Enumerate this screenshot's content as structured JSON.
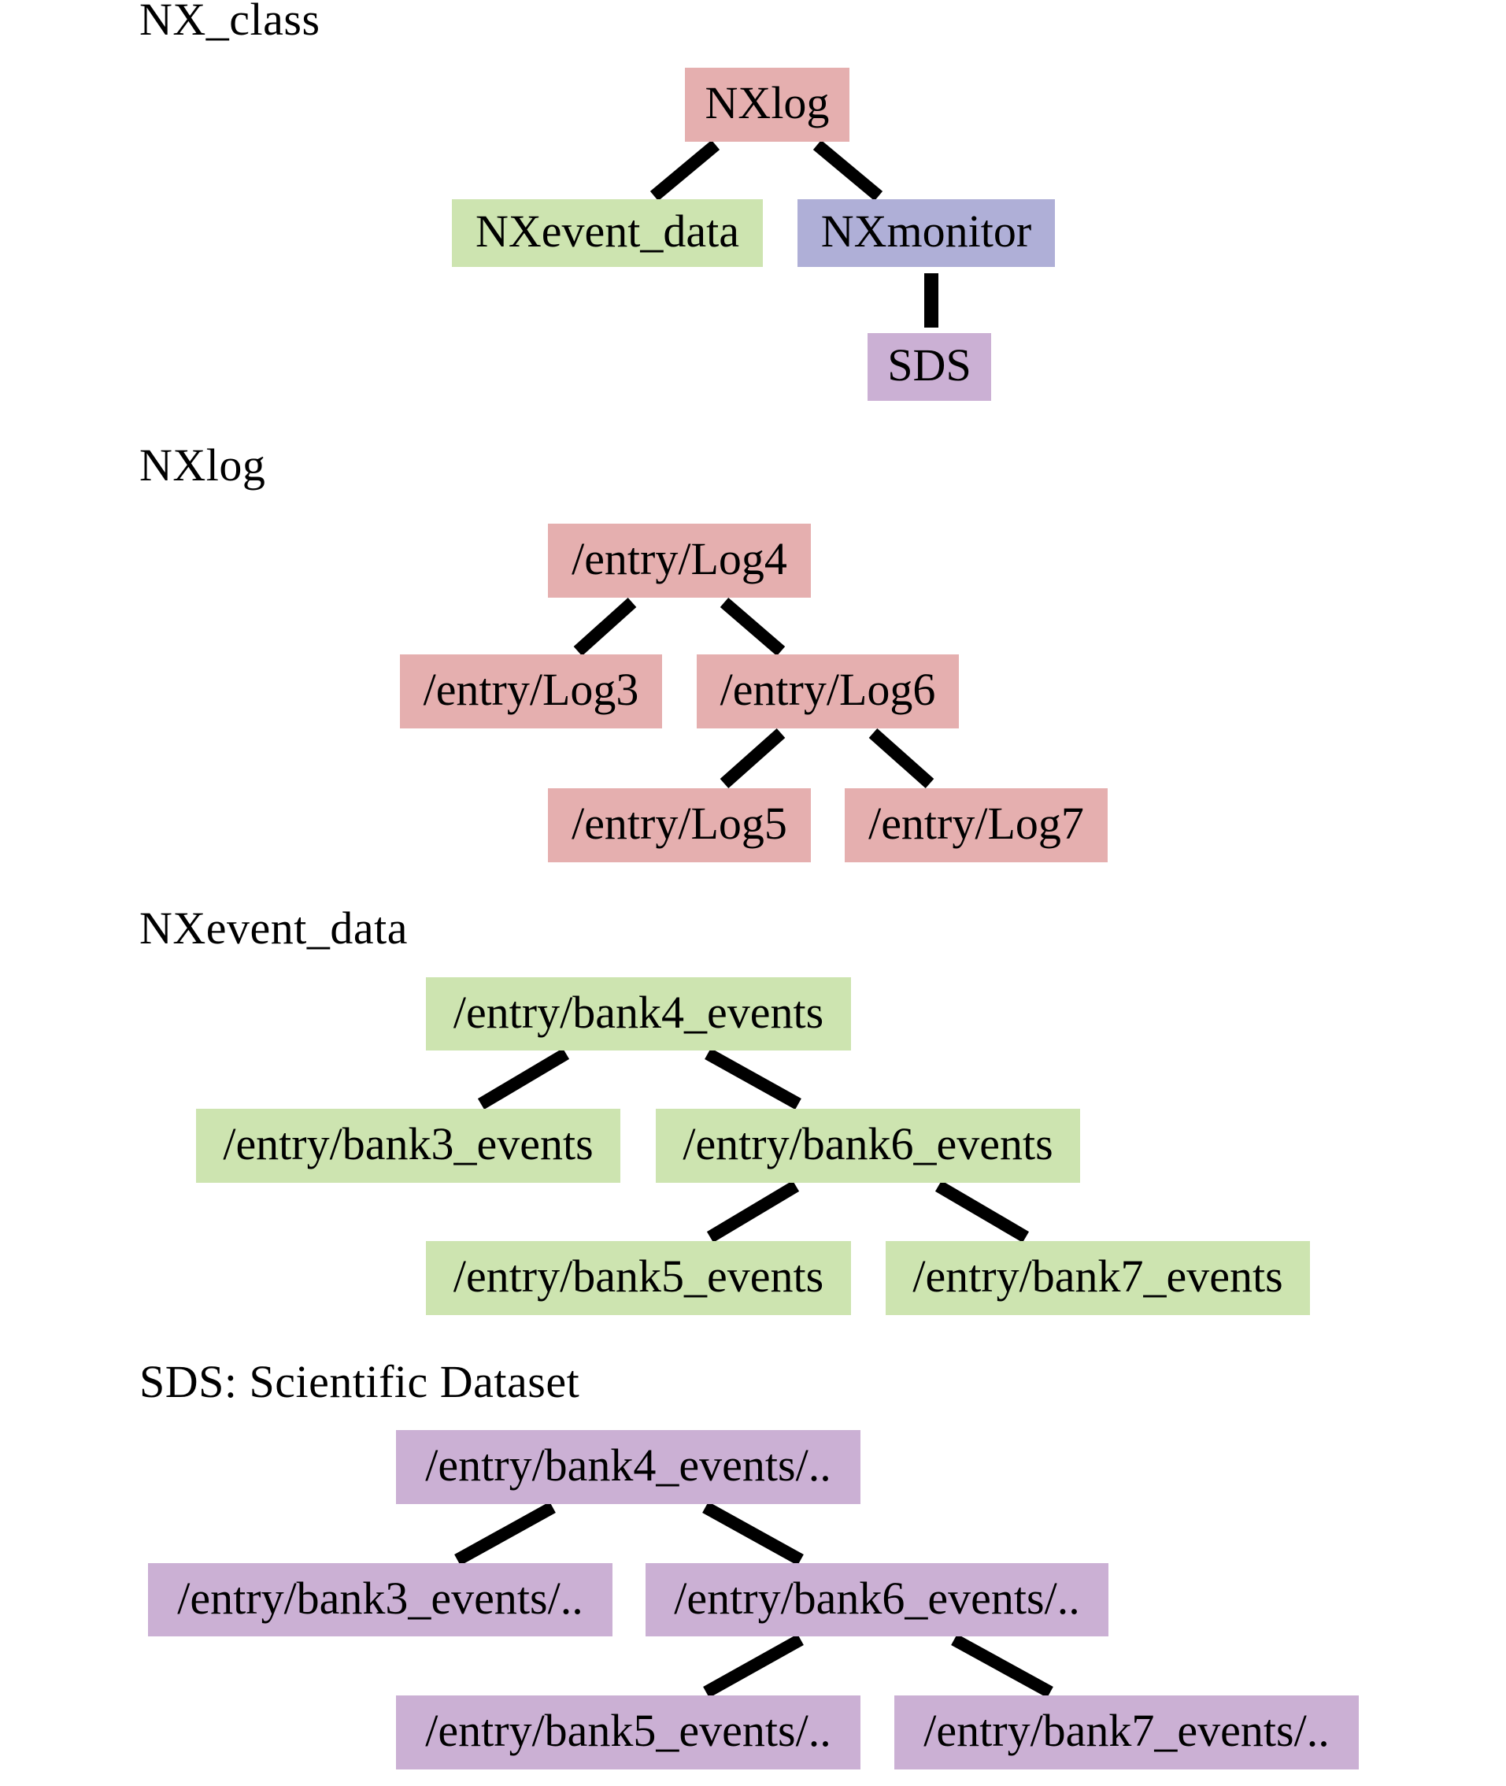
{
  "colors": {
    "nxlog": "#E5AFAF",
    "nxevent_data": "#CDE4B0",
    "nxmonitor": "#AFAFD7",
    "sds": "#CBB0D4",
    "edge": "#000000"
  },
  "sections": {
    "nx_class": {
      "title": "NX_class",
      "nodes": {
        "root": "NXlog",
        "left": "NXevent_data",
        "right": "NXmonitor",
        "right_child": "SDS"
      },
      "edges": [
        [
          "NXlog",
          "NXevent_data"
        ],
        [
          "NXlog",
          "NXmonitor"
        ],
        [
          "NXmonitor",
          "SDS"
        ]
      ]
    },
    "nxlog": {
      "title": "NXlog",
      "nodes": {
        "root": "/entry/Log4",
        "left": "/entry/Log3",
        "right": "/entry/Log6",
        "right_left": "/entry/Log5",
        "right_right": "/entry/Log7"
      },
      "edges": [
        [
          "/entry/Log4",
          "/entry/Log3"
        ],
        [
          "/entry/Log4",
          "/entry/Log6"
        ],
        [
          "/entry/Log6",
          "/entry/Log5"
        ],
        [
          "/entry/Log6",
          "/entry/Log7"
        ]
      ]
    },
    "nxevent_data": {
      "title": "NXevent_data",
      "nodes": {
        "root": "/entry/bank4_events",
        "left": "/entry/bank3_events",
        "right": "/entry/bank6_events",
        "right_left": "/entry/bank5_events",
        "right_right": "/entry/bank7_events"
      },
      "edges": [
        [
          "/entry/bank4_events",
          "/entry/bank3_events"
        ],
        [
          "/entry/bank4_events",
          "/entry/bank6_events"
        ],
        [
          "/entry/bank6_events",
          "/entry/bank5_events"
        ],
        [
          "/entry/bank6_events",
          "/entry/bank7_events"
        ]
      ]
    },
    "sds": {
      "title": "SDS: Scientific Dataset",
      "nodes": {
        "root": "/entry/bank4_events/..",
        "left": "/entry/bank3_events/..",
        "right": "/entry/bank6_events/..",
        "right_left": "/entry/bank5_events/..",
        "right_right": "/entry/bank7_events/.."
      },
      "edges": [
        [
          "/entry/bank4_events/..",
          "/entry/bank3_events/.."
        ],
        [
          "/entry/bank4_events/..",
          "/entry/bank6_events/.."
        ],
        [
          "/entry/bank6_events/..",
          "/entry/bank5_events/.."
        ],
        [
          "/entry/bank6_events/..",
          "/entry/bank7_events/.."
        ]
      ]
    }
  }
}
